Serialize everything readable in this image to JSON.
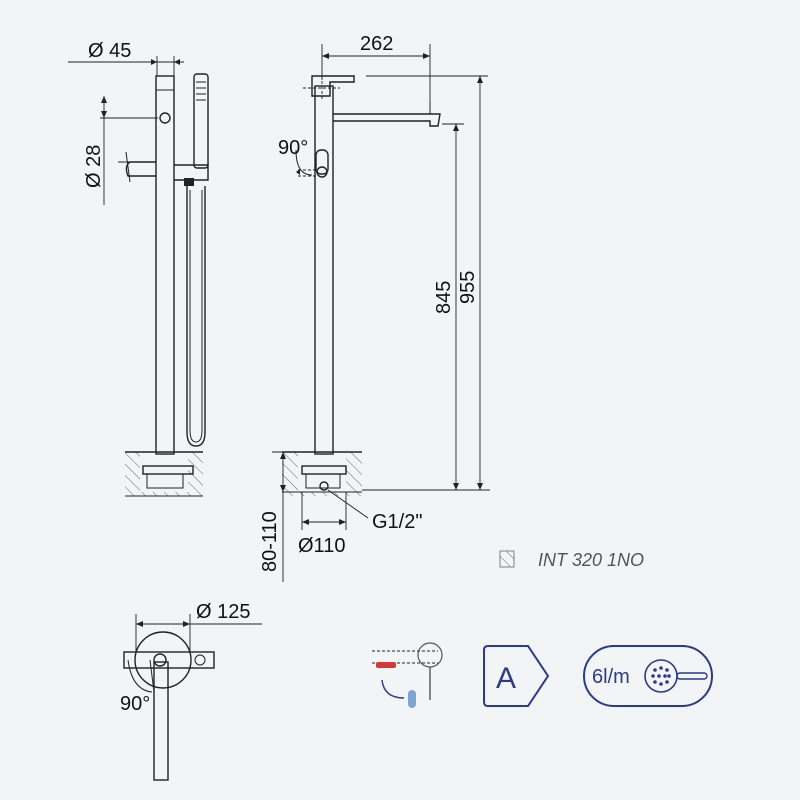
{
  "dimensions": {
    "body_diameter": "Ø 45",
    "handle_diameter": "Ø 28",
    "spout_reach": "262",
    "lever_rotation_side": "90°",
    "spout_height": "845",
    "total_height": "955",
    "base_depth": "80-110",
    "base_diameter": "Ø110",
    "connection": "G1/2\"",
    "flange_diameter": "Ø 125",
    "lever_rotation_top": "90°"
  },
  "product_code": "INT 320 1NO",
  "badges": {
    "energy_class": "A",
    "flow_rate": "6l/m"
  },
  "colors": {
    "line": "#222222",
    "badge_blue": "#2a3a8c",
    "hot_red": "#d23a3a",
    "background": "#f3f4f6"
  }
}
